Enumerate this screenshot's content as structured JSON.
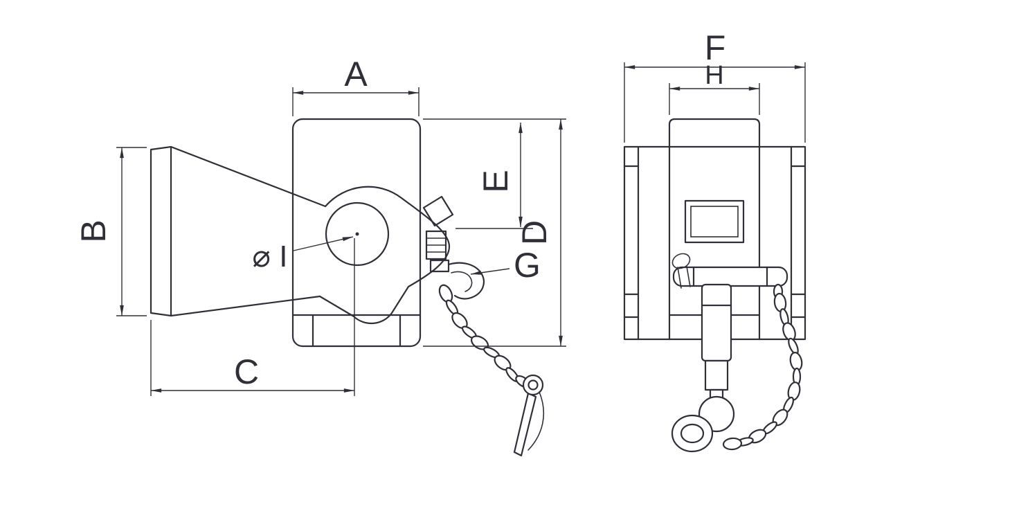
{
  "drawing": {
    "type": "technical-drawing",
    "dimension_labels": {
      "a": "A",
      "b": "B",
      "c": "C",
      "d": "D",
      "e": "E",
      "f": "F",
      "g": "G",
      "h": "H",
      "i": "⌀ I"
    },
    "colors": {
      "line": "#2f2f38",
      "background": "#ffffff"
    }
  }
}
